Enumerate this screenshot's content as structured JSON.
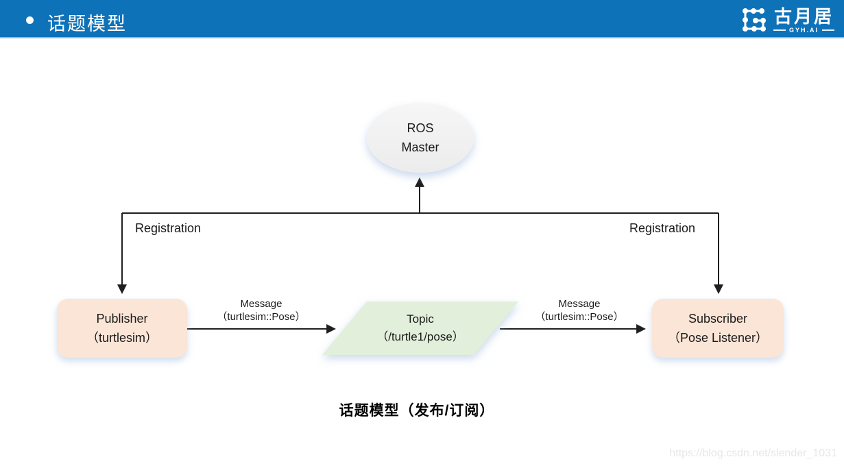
{
  "header": {
    "title": "话题模型",
    "logo": {
      "name": "古月居",
      "subtitle": "GYH.AI"
    }
  },
  "diagram": {
    "nodes": {
      "master": {
        "line1": "ROS",
        "line2": "Master"
      },
      "publisher": {
        "line1": "Publisher",
        "line2": "（turtlesim）"
      },
      "topic": {
        "line1": "Topic",
        "line2": "（/turtle1/pose）"
      },
      "subscriber": {
        "line1": "Subscriber",
        "line2": "（Pose Listener）"
      }
    },
    "labels": {
      "registration_left": "Registration",
      "registration_right": "Registration",
      "message_left_line1": "Message",
      "message_left_line2": "（turtlesim::Pose）",
      "message_right_line1": "Message",
      "message_right_line2": "（turtlesim::Pose）"
    }
  },
  "caption": "话题模型（发布/订阅）",
  "watermark": "https://blog.csdn.net/slender_1031",
  "colors": {
    "header_bg": "#0E72B9",
    "header_underline": "#93BADD",
    "publisher_fill": "#FBE5D6",
    "subscriber_fill": "#FBE5D6",
    "topic_fill": "#E2EFDA",
    "master_fill": "#F1F1F1",
    "connector": "#1F1F1F",
    "watermark_text": "#E7E7E7"
  }
}
